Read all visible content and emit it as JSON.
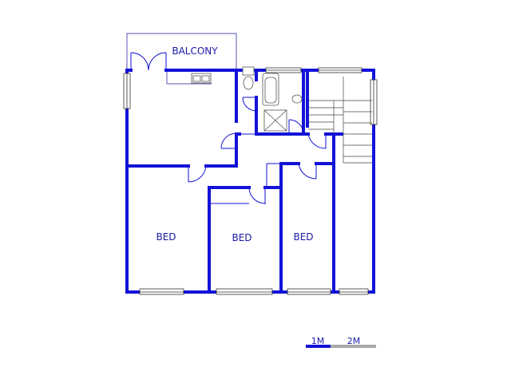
{
  "plan": {
    "rooms": [
      {
        "key": "balcony",
        "label": "BALCONY"
      },
      {
        "key": "bed1",
        "label": "BED"
      },
      {
        "key": "bed2",
        "label": "BED"
      },
      {
        "key": "bed3",
        "label": "BED"
      }
    ],
    "scale": {
      "label_1": "1M",
      "label_2": "2M"
    },
    "colors": {
      "wall": "#1212d8",
      "fixture": "#555555",
      "outline": "#5555bb",
      "scale_grey": "#aaaaaa",
      "text": "#1a1aa6"
    }
  }
}
